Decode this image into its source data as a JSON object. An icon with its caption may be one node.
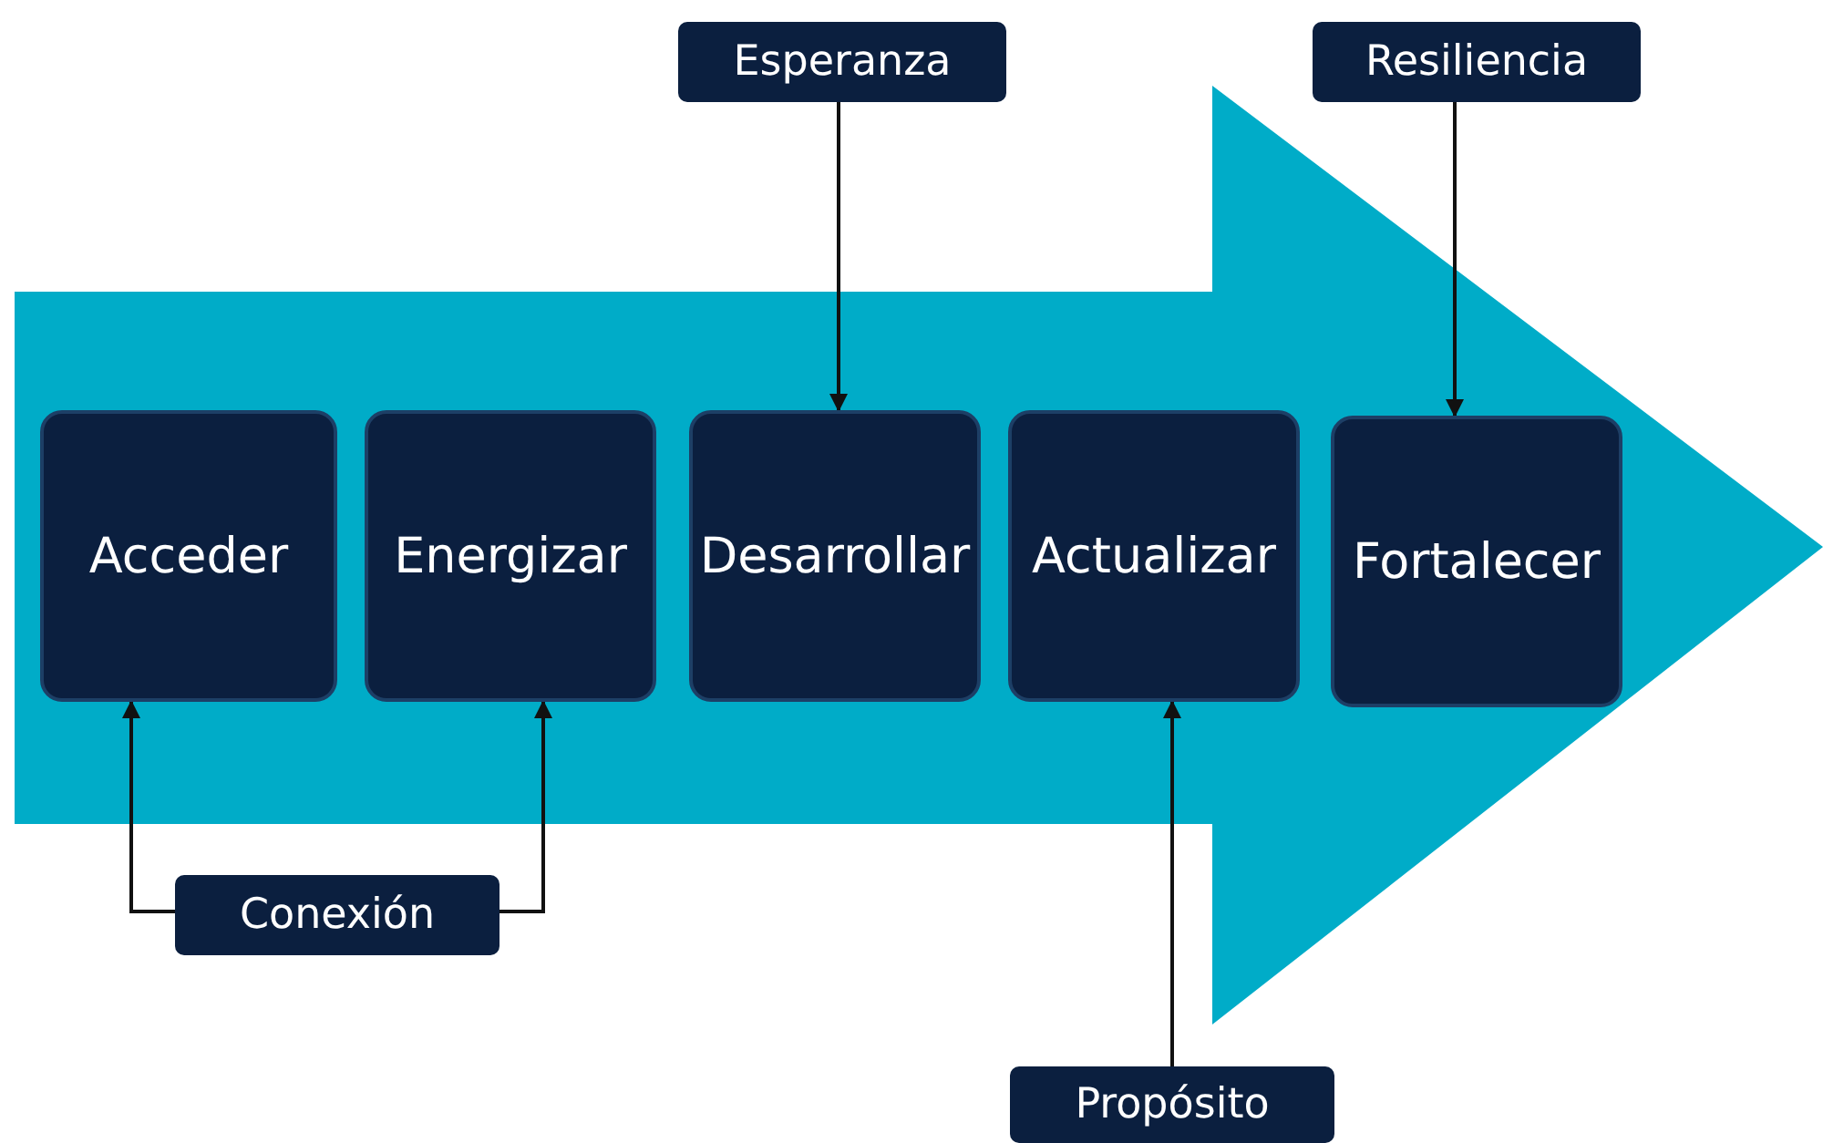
{
  "diagram": {
    "nodes": [
      {
        "text": [
          "Esperanza"
        ]
      },
      {
        "text": [
          "Resiliencia"
        ]
      },
      {
        "text": [
          "Acceder"
        ]
      },
      {
        "text": [
          "Energizar"
        ]
      },
      {
        "text": [
          "Desarrollar"
        ]
      },
      {
        "text": [
          "Actualizar"
        ]
      },
      {
        "text": [
          "Fortalecer"
        ]
      },
      {
        "text": [
          "Conexión"
        ]
      },
      {
        "text": [
          "Propósito"
        ]
      }
    ],
    "edges": [
      {
        "from": 0,
        "to": 4,
        "arrow": "to"
      },
      {
        "from": 1,
        "to": 6,
        "arrow": "to"
      },
      {
        "from": 7,
        "to": 2,
        "arrow": "to"
      },
      {
        "from": 7,
        "to": 3,
        "arrow": "to"
      },
      {
        "from": 8,
        "to": 5,
        "arrow": "to"
      }
    ]
  }
}
